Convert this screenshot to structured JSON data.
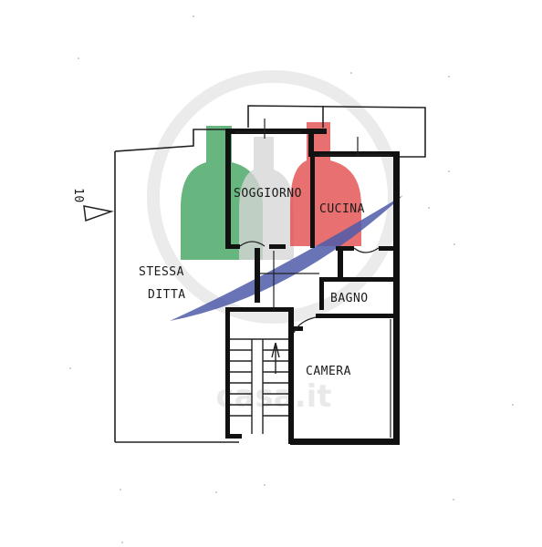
{
  "plan": {
    "north_marker": "10",
    "rooms": {
      "soggiorno": "SOGGIORNO",
      "cucina": "CUCINA",
      "stessa_ditta_1": "STESSA",
      "stessa_ditta_2": "DITTA",
      "bagno": "BAGNO",
      "camera": "CAMERA"
    },
    "watermark": {
      "text": "casa.it",
      "colors": [
        "#2e9a4f",
        "#e03a3a",
        "#2f3f9a",
        "#bdbdbd"
      ]
    }
  }
}
